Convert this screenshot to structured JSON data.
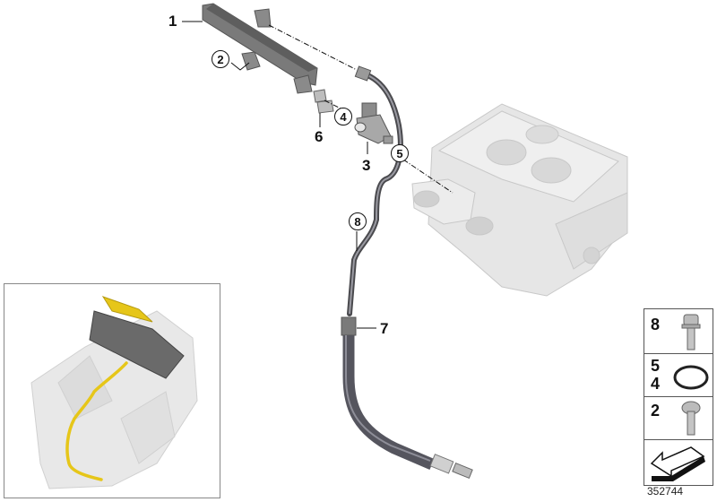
{
  "diagram": {
    "title": "Fuel injection line / injector assembly exploded view",
    "image_number": "352744",
    "callouts": [
      {
        "id": "1",
        "label": "1",
        "style": "plain"
      },
      {
        "id": "2",
        "label": "2",
        "style": "circled"
      },
      {
        "id": "3",
        "label": "3",
        "style": "plain"
      },
      {
        "id": "4",
        "label": "4",
        "style": "circled"
      },
      {
        "id": "5",
        "label": "5",
        "style": "circled"
      },
      {
        "id": "6",
        "label": "6",
        "style": "plain"
      },
      {
        "id": "7",
        "label": "7",
        "style": "plain"
      },
      {
        "id": "8",
        "label": "8",
        "style": "circled"
      }
    ],
    "parts": [
      {
        "name": "fuel-rail",
        "callout": "1"
      },
      {
        "name": "bolt-torx-button",
        "callout": "2"
      },
      {
        "name": "injector",
        "callout": "3"
      },
      {
        "name": "o-ring",
        "callout": "4"
      },
      {
        "name": "o-ring-seal",
        "callout": "5"
      },
      {
        "name": "clip",
        "callout": "6"
      },
      {
        "name": "fuel-hose-line",
        "callout": "7"
      },
      {
        "name": "bolt-torx-flange",
        "callout": "8"
      },
      {
        "name": "cylinder-head",
        "callout": ""
      }
    ],
    "inset": {
      "description": "engine overview with fuel line highlighted",
      "highlight_color": "#e6c619"
    },
    "legend": [
      {
        "labels": [
          "8"
        ],
        "icon": "flange-bolt-icon"
      },
      {
        "labels": [
          "5",
          "4"
        ],
        "icon": "o-ring-icon"
      },
      {
        "labels": [
          "2"
        ],
        "icon": "button-head-bolt-icon"
      },
      {
        "labels": [],
        "icon": "direction-arrow-icon"
      }
    ]
  },
  "colors": {
    "line_dark": "#4a4a4e",
    "hose": "#5e5e66",
    "rail": "#6e6e6e",
    "engine_light": "#e4e4e4",
    "highlight": "#e6c619"
  }
}
